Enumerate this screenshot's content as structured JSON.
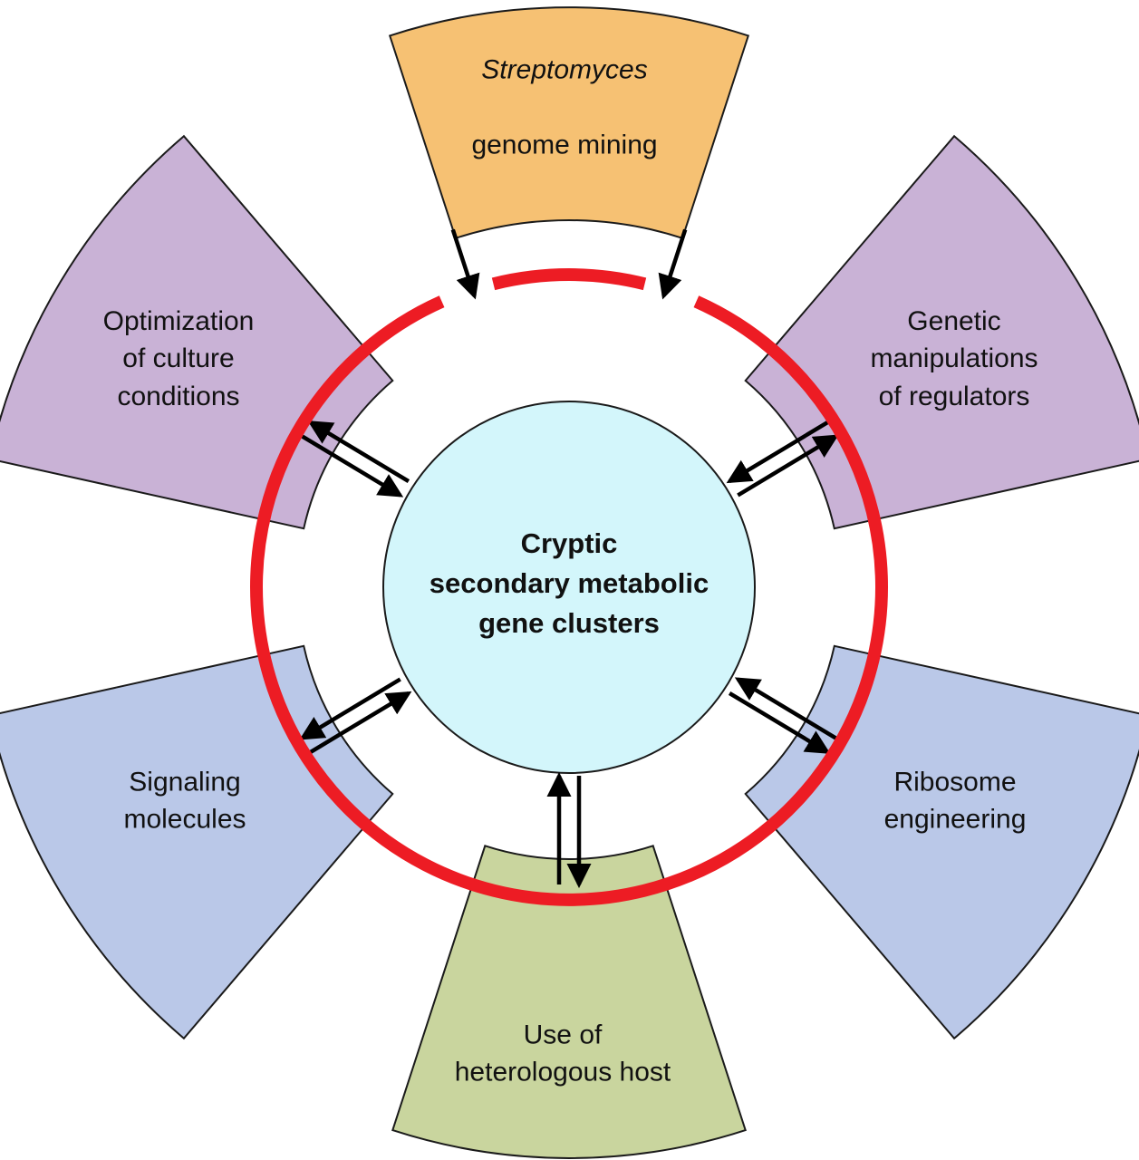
{
  "diagram": {
    "center": {
      "label": "Cryptic\nsecondary metabolic\ngene clusters",
      "color": "#d3f6fb"
    },
    "ring": {
      "color": "#ed1c24"
    },
    "wedges": {
      "top": {
        "label_italic": "Streptomyces",
        "label_rest": "genome mining",
        "color": "#f6c173"
      },
      "upper_left": {
        "label": "Optimization\nof culture\nconditions",
        "color": "#c9b2d6"
      },
      "upper_right": {
        "label": "Genetic\nmanipulations\nof regulators",
        "color": "#c9b2d6"
      },
      "lower_left": {
        "label": "Signaling\nmolecules",
        "color": "#bac8e8"
      },
      "lower_right": {
        "label": "Ribosome\nengineering",
        "color": "#bac8e8"
      },
      "bottom": {
        "label": "Use of\nheterologous host",
        "color": "#c9d59e"
      }
    }
  }
}
